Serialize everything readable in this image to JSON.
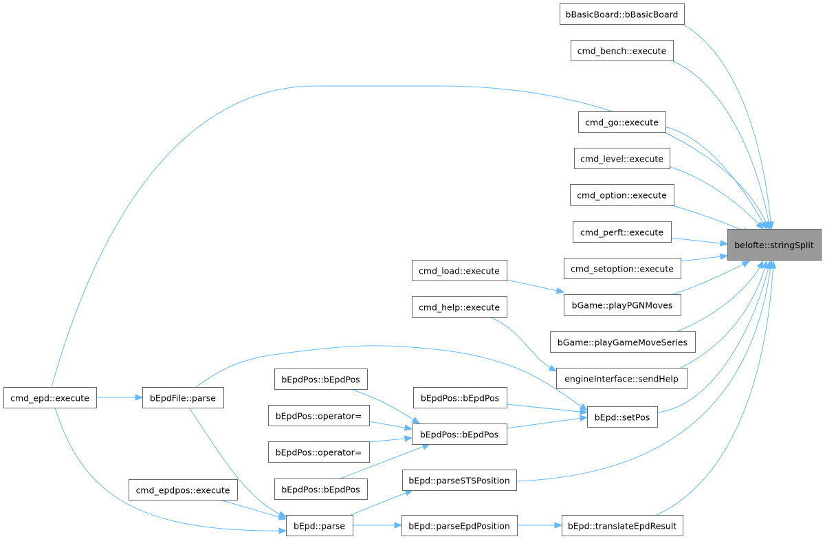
{
  "graph": {
    "root": "belofte::stringSplit",
    "nodes": {
      "root": "belofte::stringSplit",
      "bBasicBoard": "bBasicBoard::bBasicBoard",
      "bench": "cmd_bench::execute",
      "go": "cmd_go::execute",
      "level": "cmd_level::execute",
      "option": "cmd_option::execute",
      "perft": "cmd_perft::execute",
      "setoption": "cmd_setoption::execute",
      "load": "cmd_load::execute",
      "playPGN": "bGame::playPGNMoves",
      "help": "cmd_help::execute",
      "series": "bGame::playGameMoveSeries",
      "sendHelp": "engineInterface::sendHelp",
      "cmdEpd": "cmd_epd::execute",
      "epdFileParse": "bEpdFile::parse",
      "epdPosTop": "bEpdPos::bEpdPos",
      "epdPosRight": "bEpdPos::bEpdPos",
      "setPos": "bEpd::setPos",
      "op1": "bEpdPos::operator=",
      "epdPosCenter": "bEpdPos::bEpdPos",
      "op2": "bEpdPos::operator=",
      "epdPosBottom": "bEpdPos::bEpdPos",
      "sts": "bEpd::parseSTSPosition",
      "epdpos": "cmd_epdpos::execute",
      "epdParse": "bEpd::parse",
      "parseEpdPos": "bEpd::parseEpdPosition",
      "translate": "bEpd::translateEpdResult"
    },
    "edge_color": "#63b8ff",
    "root_fill": "#999999"
  }
}
